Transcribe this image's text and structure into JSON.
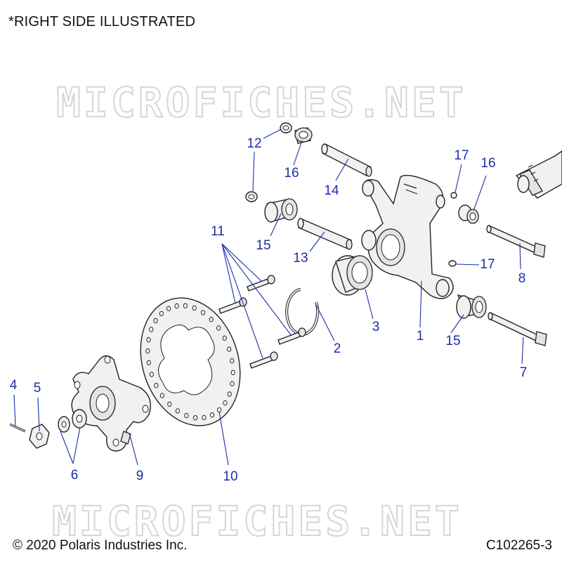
{
  "header": {
    "note": "*RIGHT SIDE ILLUSTRATED"
  },
  "watermark": {
    "text": "MICROFICHES.NET"
  },
  "footer": {
    "copyright": "© 2020 Polaris Industries Inc.",
    "code": "C102265-3"
  },
  "colors": {
    "callout": "#1c2fa8",
    "line": "#222222",
    "watermark": "#d2d2d2"
  },
  "callouts": [
    {
      "id": "c12",
      "label": "12"
    },
    {
      "id": "c16a",
      "label": "16"
    },
    {
      "id": "c14",
      "label": "14"
    },
    {
      "id": "c17a",
      "label": "17"
    },
    {
      "id": "c16b",
      "label": "16"
    },
    {
      "id": "c11",
      "label": "11"
    },
    {
      "id": "c15a",
      "label": "15"
    },
    {
      "id": "c13",
      "label": "13"
    },
    {
      "id": "c17b",
      "label": "17"
    },
    {
      "id": "c8",
      "label": "8"
    },
    {
      "id": "c3",
      "label": "3"
    },
    {
      "id": "c2",
      "label": "2"
    },
    {
      "id": "c1",
      "label": "1"
    },
    {
      "id": "c15b",
      "label": "15"
    },
    {
      "id": "c7",
      "label": "7"
    },
    {
      "id": "c4",
      "label": "4"
    },
    {
      "id": "c5",
      "label": "5"
    },
    {
      "id": "c6",
      "label": "6"
    },
    {
      "id": "c9",
      "label": "9"
    },
    {
      "id": "c10",
      "label": "10"
    }
  ]
}
